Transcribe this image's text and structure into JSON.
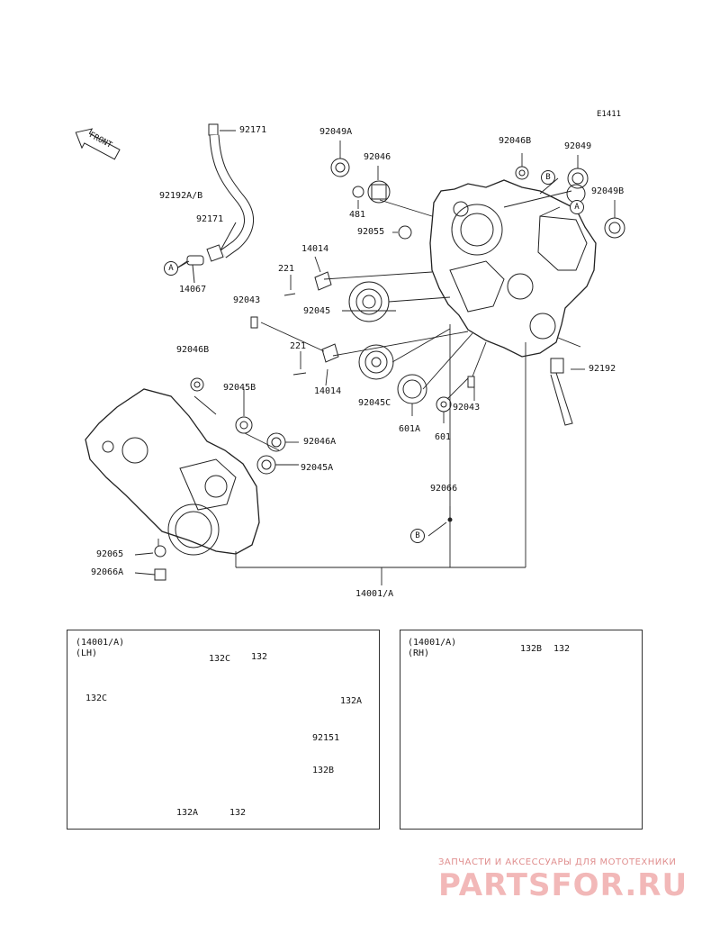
{
  "diagram_code": "E1411",
  "front_label": "FRONT",
  "parts": {
    "p92171_top": "92171",
    "p92192AB": "92192A/B",
    "p92171_mid": "92171",
    "p14067": "14067",
    "p92049A": "92049A",
    "p92046": "92046",
    "p481": "481",
    "p92055": "92055",
    "p92046B_top": "92046B",
    "p92049": "92049",
    "p92049B": "92049B",
    "p14014_top": "14014",
    "p221_top": "221",
    "p92043_left": "92043",
    "p92045": "92045",
    "p221_bot": "221",
    "p14014_bot": "14014",
    "p92045C": "92045C",
    "p601A": "601A",
    "p601": "601",
    "p92043_right": "92043",
    "p92192": "92192",
    "p92046B_left": "92046B",
    "p92045B": "92045B",
    "p92046A": "92046A",
    "p92045A": "92045A",
    "p92066": "92066",
    "p92065": "92065",
    "p92066A": "92066A",
    "p14001A": "14001/A"
  },
  "callouts": {
    "a1": "A",
    "a2": "A",
    "b1": "B",
    "b2": "B"
  },
  "lh_panel": {
    "title": "(14001/A)",
    "side": "(LH)",
    "labels": {
      "l132C_top": "132C",
      "l132_top": "132",
      "l132C_left": "132C",
      "l132A_right": "132A",
      "l92151": "92151",
      "l132B": "132B",
      "l132A_bot": "132A",
      "l132_bot": "132"
    }
  },
  "rh_panel": {
    "title": "(14001/A)",
    "side": "(RH)",
    "labels": {
      "r132B": "132B",
      "r132": "132"
    }
  },
  "watermark": {
    "line1": "ЗАПЧАСТИ И АКСЕССУАРЫ ДЛЯ МОТОТЕХНИКИ",
    "line2": "PARTSFOR.RU"
  }
}
